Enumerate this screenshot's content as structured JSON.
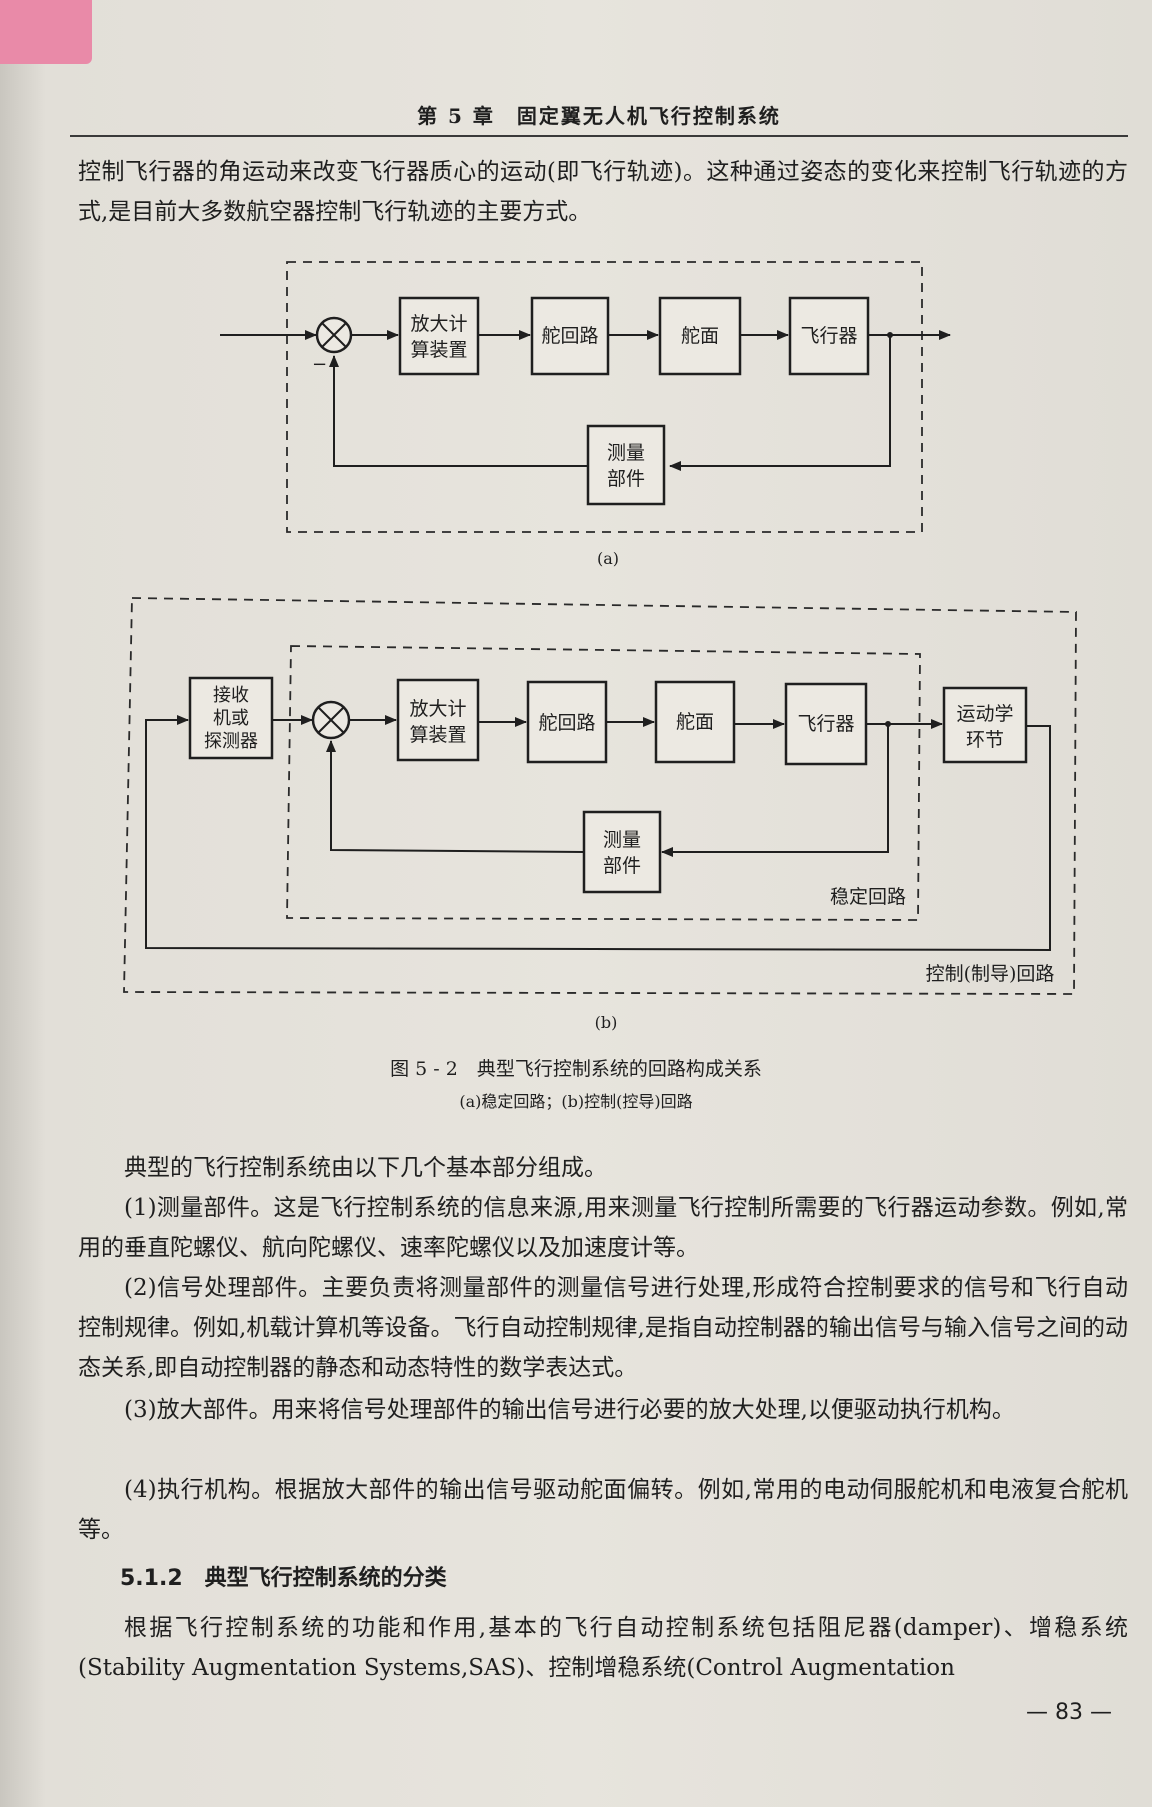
{
  "running_head": "第 5 章　固定翼无人机飞行控制系统",
  "intro_paragraph": "控制飞行器的角运动来改变飞行器质心的运动(即飞行轨迹)。这种通过姿态的变化来控制飞行轨迹的方式,是目前大多数航空器控制飞行轨迹的主要方式。",
  "diagram_a": {
    "sum_minus": "−",
    "blocks": {
      "amp_calc_line1": "放大计",
      "amp_calc_line2": "算装置",
      "servo_loop": "舵回路",
      "control_surface": "舵面",
      "aircraft": "飞行器",
      "measure_line1": "测量",
      "measure_line2": "部件"
    },
    "label": "(a)"
  },
  "diagram_b": {
    "blocks": {
      "receiver_line1": "接收",
      "receiver_line2": "机或",
      "receiver_line3": "探测器",
      "amp_calc_line1": "放大计",
      "amp_calc_line2": "算装置",
      "servo_loop": "舵回路",
      "control_surface": "舵面",
      "aircraft": "飞行器",
      "kinematics_line1": "运动学",
      "kinematics_line2": "环节",
      "measure_line1": "测量",
      "measure_line2": "部件"
    },
    "stability_loop_label": "稳定回路",
    "control_loop_label": "控制(制导)回路",
    "label": "(b)"
  },
  "figure_caption": "图 5 - 2　典型飞行控制系统的回路构成关系",
  "figure_subcaption": "(a)稳定回路；(b)控制(控导)回路",
  "body_paragraphs": [
    "典型的飞行控制系统由以下几个基本部分组成。",
    "(1)测量部件。这是飞行控制系统的信息来源,用来测量飞行控制所需要的飞行器运动参数。例如,常用的垂直陀螺仪、航向陀螺仪、速率陀螺仪以及加速度计等。",
    "(2)信号处理部件。主要负责将测量部件的测量信号进行处理,形成符合控制要求的信号和飞行自动控制规律。例如,机载计算机等设备。飞行自动控制规律,是指自动控制器的输出信号与输入信号之间的动态关系,即自动控制器的静态和动态特性的数学表达式。",
    "(3)放大部件。用来将信号处理部件的输出信号进行必要的放大处理,以便驱动执行机构。",
    "(4)执行机构。根据放大部件的输出信号驱动舵面偏转。例如,常用的电动伺服舵机和电液复合舵机等。"
  ],
  "section": {
    "number": "5.1.2",
    "title": "典型飞行控制系统的分类"
  },
  "final_paragraph": "根据飞行控制系统的功能和作用,基本的飞行自动控制系统包括阻尼器(damper)、增稳系统(Stability Augmentation Systems,SAS)、控制增稳系统(Control Augmentation",
  "page_number": "— 83 —"
}
